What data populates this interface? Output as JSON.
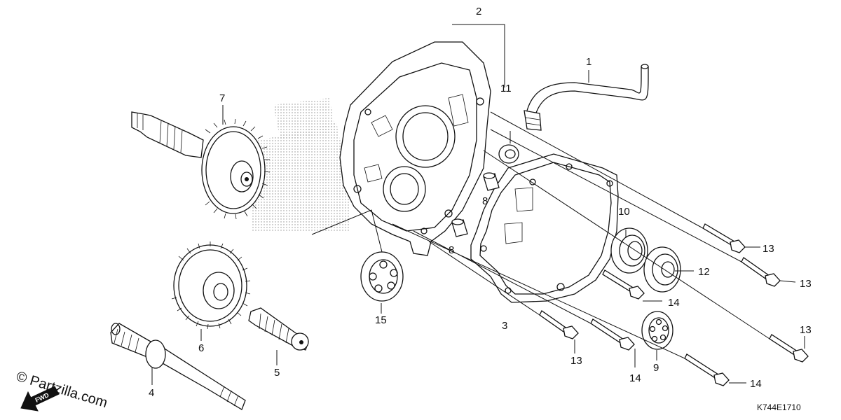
{
  "diagram": {
    "catalog_code": "K744E1710",
    "watermark": "© Partzilla.com",
    "fwd_label": "FWD",
    "callouts": {
      "c1": "1",
      "c2": "2",
      "c3": "3",
      "c4": "4",
      "c5": "5",
      "c6": "6",
      "c7": "7",
      "c8a": "8",
      "c8b": "8",
      "c9": "9",
      "c10": "10",
      "c11": "11",
      "c12": "12",
      "c13a": "13",
      "c13b": "13",
      "c13c": "13",
      "c13d": "13",
      "c14a": "14",
      "c14b": "14",
      "c14c": "14",
      "c15": "15"
    }
  }
}
